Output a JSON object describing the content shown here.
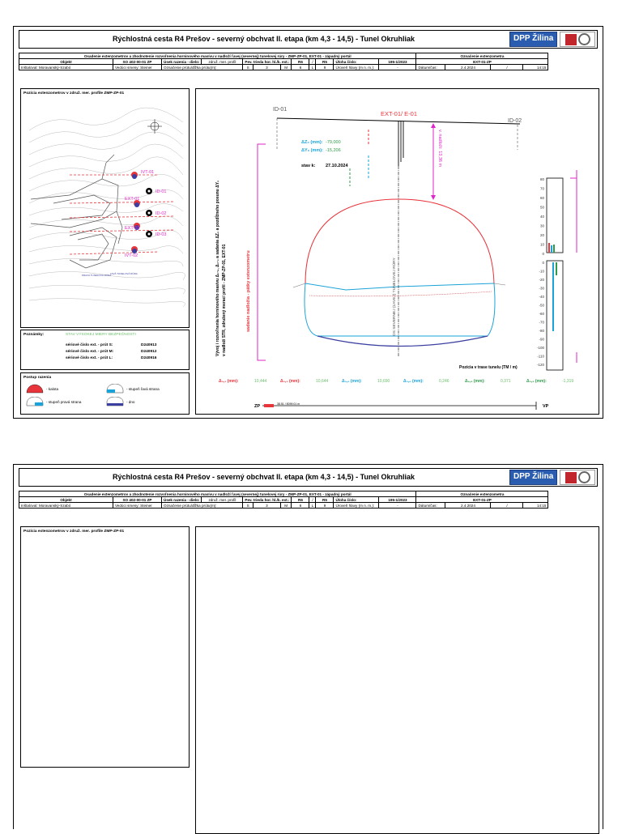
{
  "header": {
    "title": "Rýchlostná cesta R4 Prešov - severný obchvat II. etapa (km 4,3 - 14,5) - Tunel Okruhliak",
    "logo_text": "DPP Žilina",
    "subtitle": "Osadenie extenzometrov a zhodnotenie rozvoľnenia horninového masívu v nadloží ľavej (severnej) tunelovej rúry - ZMP-ZP-01, EXT-01 - západný portál",
    "subtitle_right": "Označenie extenzometra",
    "objekt_label": "Objekt",
    "objekt_value": "SO 402-00-01 ZP",
    "usek_label": "Úsek razenia - dielo:",
    "usek_value": "združ. mer. profil",
    "pev_label": "Pev. trieda hor. hl./k. ext.:",
    "pev_v1": "R6",
    "pev_sep": "/",
    "pev_v2": "R5",
    "uloha_label": "Úloha číslo:",
    "uloha_value": "195-1/2023",
    "ext_id": "EXT-01-ZP",
    "init_label": "Inštaloval:",
    "init_value": "Moravanský-Szabó",
    "veduci_label": "Vedúci smeny:",
    "veduci_value": "Steiner",
    "ozn_label": "Označenie prútu/dĺžka prútu(m):",
    "ozn_s": "S",
    "ozn_3": "3",
    "ozn_m": "M",
    "ozn_6": "6",
    "ozn_l": "L",
    "ozn_9": "9",
    "uroven_label": "Úroveň hlavy (m n. m.):",
    "uroven_value": "-",
    "datum_label": "Dátum/čas:",
    "datum_value": "2.4.2024",
    "cas_value": "14:15"
  },
  "left_panel": {
    "title": "Pozícia extenzometrov v združ.  mer. profile ZMP-ZP-01",
    "labels": [
      "IVT-01",
      "ID-01",
      "EXT-01",
      "ID-02",
      "EXT-02",
      "ID-03",
      "IVT-02"
    ],
    "tunnel_label_1": "PRAVÁ TUNELOVÁ RÚRA",
    "tunnel_label_2": "ĽAVÁ TUNELOVÁ RÚRA"
  },
  "notes": {
    "label": "Poznámky:",
    "status": "STAV VÝSOKEJ MIERY BEZPEČNOSTI",
    "serials": [
      {
        "label": "sériové číslo ext. - prút  S:",
        "value": "D240913"
      },
      {
        "label": "sériové číslo ext. - prút  M:",
        "value": "D240912"
      },
      {
        "label": "sériové číslo ext. - prút  L:",
        "value": "D240916"
      }
    ]
  },
  "legend": {
    "title": "Postup razenia",
    "items": [
      "- kalota",
      "- stupeň ľavá strana",
      "- stupeň pravá strana",
      "- dno"
    ]
  },
  "main": {
    "id_left": "ID-01",
    "id_right": "ID-02",
    "ext_label": "EXT-01/ E-01",
    "dz_label": "ΔZ₀ (mm):",
    "dz_value": "-79,000",
    "dy_label": "ΔY₀ (mm):",
    "dy_value": "-15,206",
    "stav_label": "stav k:",
    "stav_value": "27.10.2024",
    "overburden": "v. nadloží: 13,36 m",
    "vertical_left_1": "Vývoj i rozvoľnenia horninového masívu Δ₀-₈, Δ₀-₃ a sadania ΔZ₀ a pozdĺžneho posunu ΔY₀",
    "vertical_left_2": "v nadloží STR, združený merací profil - ZMP-ZP-01, EXT-01",
    "vertical_red": "sadanie nadložia - pätky extenzometru",
    "axis_tunnel": "OS SEVERNEJ (ĽAVEJ) TUNELOVEJ RÚRY",
    "position_label": "Pozícia v trase tunelu (TM / m)",
    "zp_label": "ZP",
    "vp_label": "VP",
    "station": "38.51 / 8099.01 m",
    "bottom_values": [
      {
        "label": "Δ₀,₁ (mm):",
        "value": "10,444",
        "color": "#e8343b"
      },
      {
        "label": "Δ₀,₃ (mm):",
        "value": "10,644",
        "color": "#e8343b"
      },
      {
        "label": "Δ₀,₆ (mm):",
        "value": "10,690",
        "color": "#1aa3d8"
      },
      {
        "label": "Δ₃,₆ (mm):",
        "value": "0,246",
        "color": "#1aa3d8"
      },
      {
        "label": "Δ₆,₉ (mm):",
        "value": "0,371",
        "color": "#2f9a4a"
      },
      {
        "label": "Δ₀,₉ (mm):",
        "value": "-1,319",
        "color": "#2f9a4a"
      }
    ],
    "gauge_top_ticks": [
      "80",
      "70",
      "60",
      "50",
      "40",
      "30",
      "20",
      "10",
      "0"
    ],
    "gauge_bottom_ticks": [
      "0",
      "-10",
      "-20",
      "-30",
      "-40",
      "-50",
      "-60",
      "-70",
      "-80",
      "-90",
      "-100",
      "-110",
      "-120"
    ]
  },
  "colors": {
    "magenta": "#e026c8",
    "red": "#e8343b",
    "blue": "#1aa3d8",
    "green": "#2f9a4a",
    "navy": "#3b3fa0"
  }
}
